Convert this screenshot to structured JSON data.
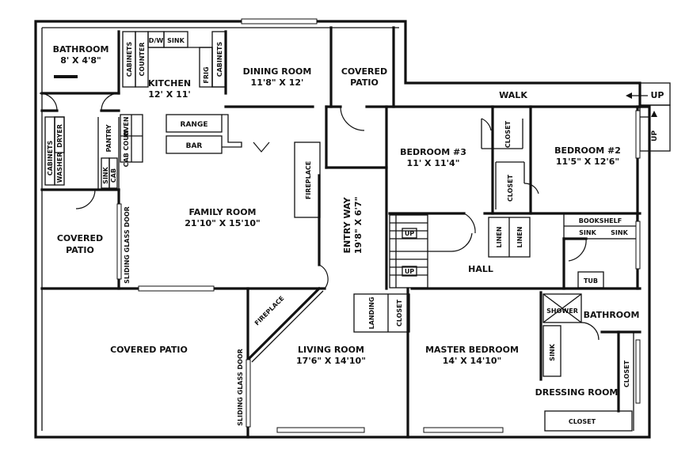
{
  "rooms": {
    "bathroom": {
      "name": "BATHROOM",
      "dims": "8' X 4'8\""
    },
    "kitchen": {
      "name": "KITCHEN",
      "dims": "12' X 11'"
    },
    "dining": {
      "name": "DINING ROOM",
      "dims": "11'8\" X 12'"
    },
    "covered_patio_top": {
      "line1": "COVERED",
      "line2": "PATIO"
    },
    "bedroom3": {
      "name": "BEDROOM #3",
      "dims": "11' X 11'4\""
    },
    "bedroom2": {
      "name": "BEDROOM #2",
      "dims": "11'5\" X 12'6\""
    },
    "family": {
      "name": "FAMILY ROOM",
      "dims": "21'10\" X 15'10\""
    },
    "entry": {
      "name": "ENTRY WAY",
      "dims": "19'8\" X 6'7\""
    },
    "covered_patio_left": {
      "line1": "COVERED",
      "line2": "PATIO"
    },
    "hall": {
      "name": "HALL"
    },
    "covered_patio_bottom": {
      "name": "COVERED PATIO"
    },
    "living": {
      "name": "LIVING ROOM",
      "dims": "17'6\" X 14'10\""
    },
    "master": {
      "name": "MASTER BEDROOM",
      "dims": "14' X 14'10\""
    },
    "bathroom2": {
      "name": "BATHROOM"
    },
    "dressing": {
      "name": "DRESSING ROOM"
    }
  },
  "fixtures": {
    "dw": "D/W",
    "sink_kitchen": "SINK",
    "cabinets_left": "CABINETS",
    "counter": "COUNTER",
    "frig": "FRIG",
    "cabinets_right": "CABINETS",
    "range": "RANGE",
    "bar": "BAR",
    "oven": "OVEN",
    "cab_coun": "CAB COUN",
    "pantry": "PANTRY",
    "sink_laundry": "SINK",
    "cab_laundry": "CAB",
    "cabinets_laundry": "CABINETS",
    "washer": "WASHER",
    "dryer": "DRYER",
    "fireplace_upper": "FIREPLACE",
    "fireplace_lower": "FIREPLACE",
    "sliding_door_1": "SLIDING GLASS DOOR",
    "sliding_door_2": "SLIDING GLASS DOOR",
    "closet_b3": "CLOSET",
    "closet_b2": "CLOSET",
    "linen_1": "LINEN",
    "linen_2": "LINEN",
    "bookshelf": "BOOKSHELF",
    "sink_bath_1": "SINK",
    "sink_bath_2": "SINK",
    "tub": "TUB",
    "up_1": "UP",
    "up_2": "UP",
    "landing": "LANDING",
    "closet_landing": "CLOSET",
    "shower": "SHOWER",
    "sink_master": "SINK",
    "closet_dressing_vertical": "CLOSET",
    "closet_dressing_bottom": "CLOSET"
  },
  "exterior": {
    "walk": "WALK",
    "up_right": "UP",
    "up_vertical": "UP"
  }
}
